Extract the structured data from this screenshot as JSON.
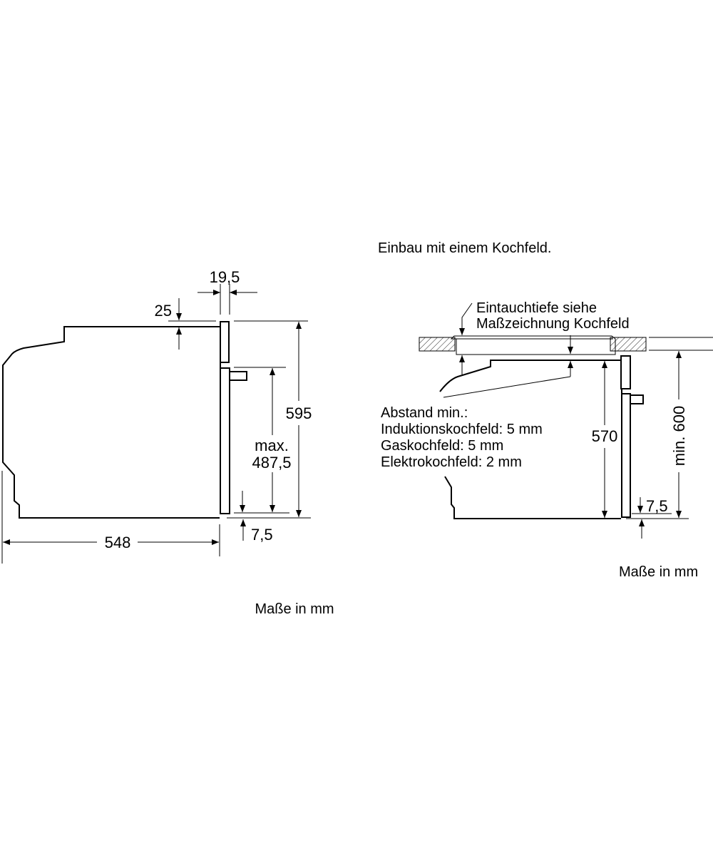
{
  "left_drawing": {
    "dim_door_depth": "19,5",
    "dim_top_offset": "25",
    "dim_height": "595",
    "dim_max_label": "max.",
    "dim_max_value": "487,5",
    "dim_bottom_offset": "7,5",
    "dim_width": "548",
    "units_note": "Maße in mm"
  },
  "right_drawing": {
    "title": "Einbau mit einem Kochfeld.",
    "callout_line1": "Eintauchtiefe siehe",
    "callout_line2": "Maßzeichnung Kochfeld",
    "clearance": [
      "Abstand min.:",
      "Induktionskochfeld: 5 mm",
      "Gaskochfeld: 5 mm",
      "Elektrokochfeld: 2 mm"
    ],
    "dim_height": "570",
    "dim_niche": "min. 600",
    "dim_bottom_offset": "7,5",
    "units_note": "Maße in mm"
  }
}
